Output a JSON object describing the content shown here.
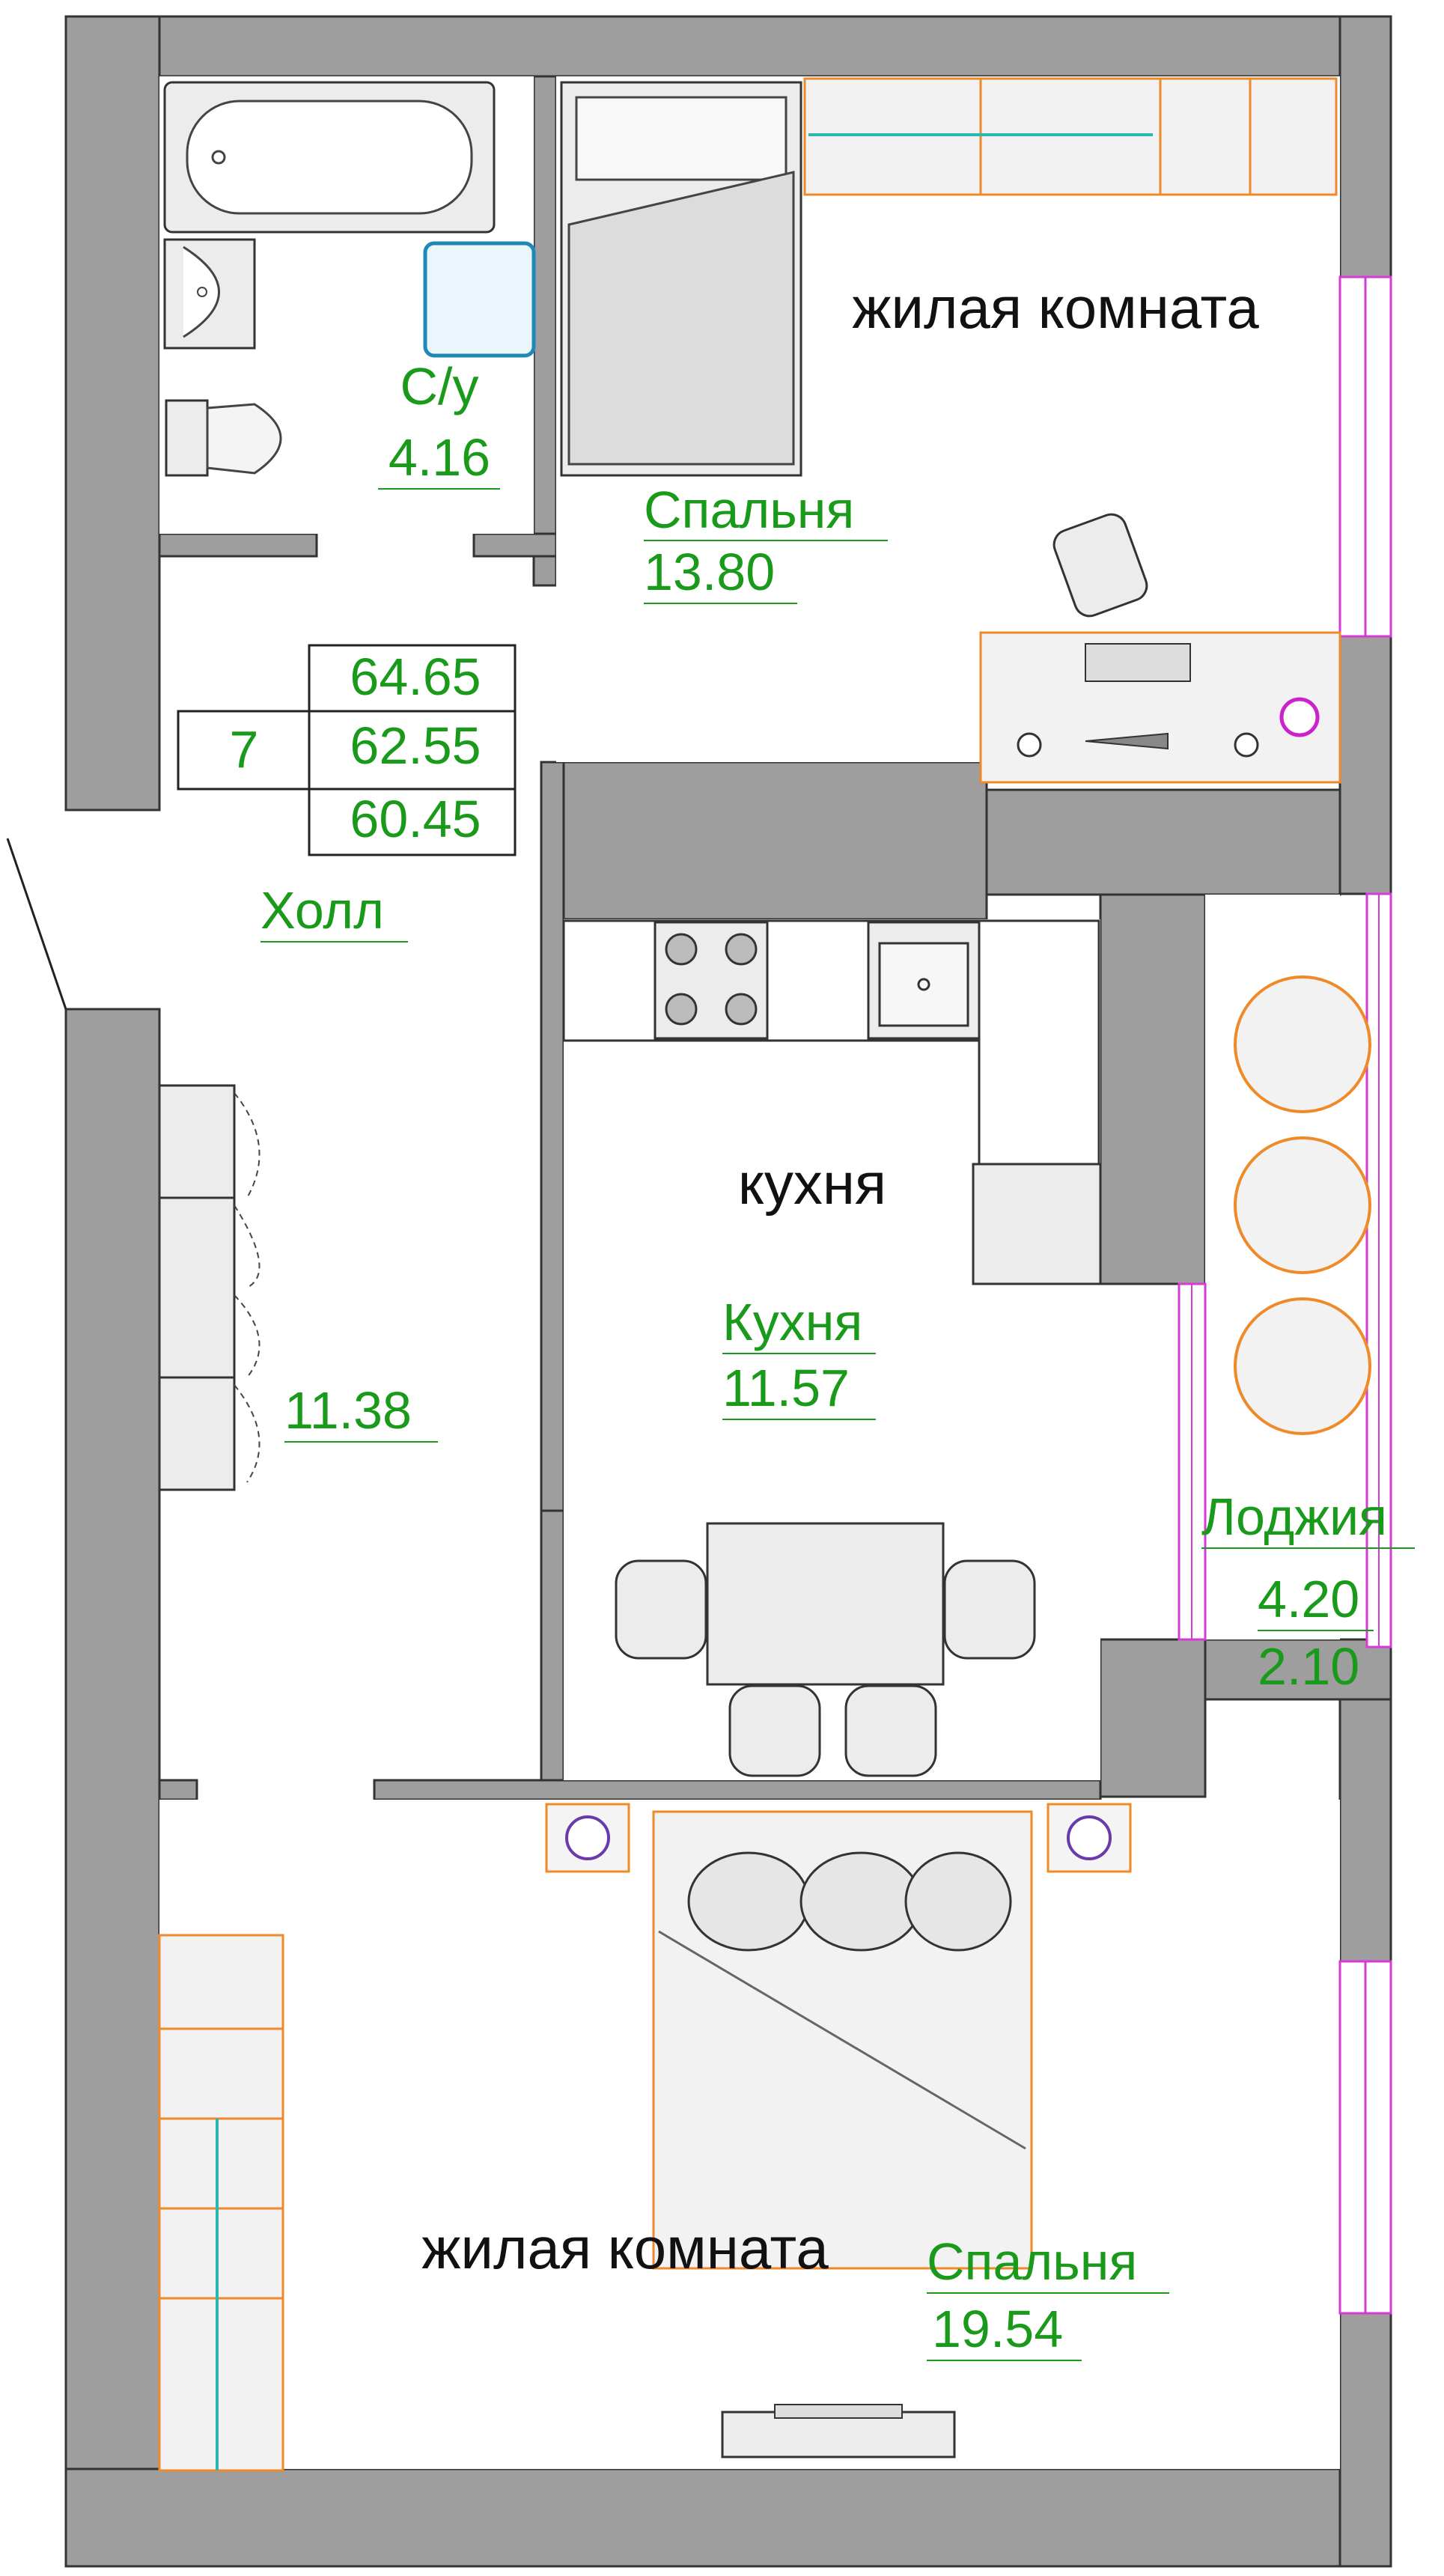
{
  "apartment": {
    "number": "7",
    "areas": [
      "64.65",
      "62.55",
      "60.45"
    ]
  },
  "rooms": {
    "bathroom": {
      "name": "С/у",
      "area": "4.16"
    },
    "bedroom_top": {
      "type": "жилая комната",
      "name": "Спальня",
      "area": "13.80"
    },
    "hall": {
      "name": "Холл",
      "area": "11.38"
    },
    "kitchen": {
      "type": "кухня",
      "name": "Кухня",
      "area": "11.57"
    },
    "loggia": {
      "name": "Лоджия",
      "area_full": "4.20",
      "area_reduced": "2.10"
    },
    "bedroom_bottom": {
      "type": "жилая комната",
      "name": "Спальня",
      "area": "19.54"
    }
  },
  "colors": {
    "wall": "#9e9e9e",
    "label": "#1a9a1a",
    "window": "#d63ad6",
    "furniture_accent": "#ef8a2a",
    "wardrobe_rail": "#2ab8b0"
  }
}
